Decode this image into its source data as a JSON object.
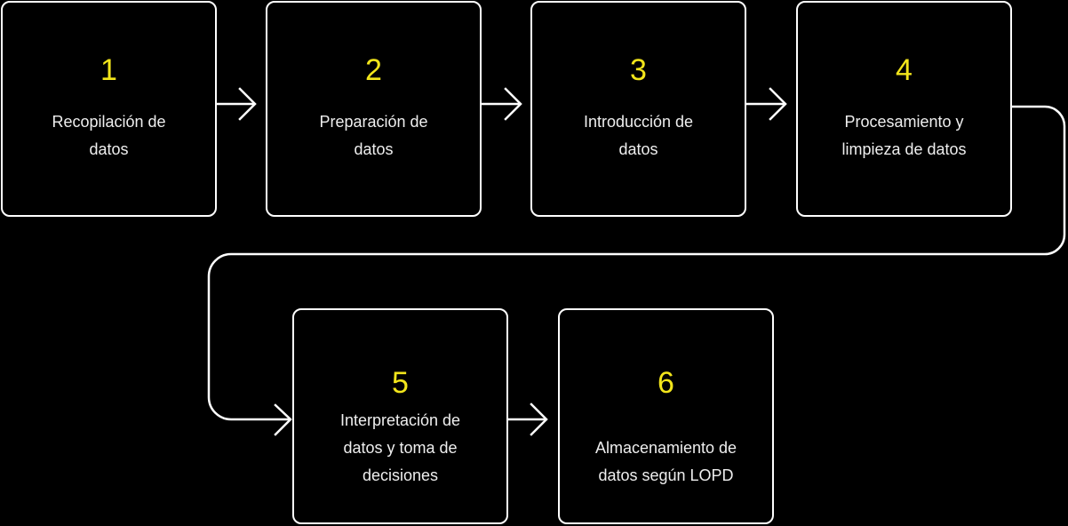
{
  "diagram": {
    "type": "process-flow",
    "colors": {
      "background": "#000000",
      "border": "#ffffff",
      "number": "#f2e51b",
      "text": "#eeeeee"
    },
    "steps": [
      {
        "number": "1",
        "label": "Recopilación de\ndatos"
      },
      {
        "number": "2",
        "label": "Preparación de\ndatos"
      },
      {
        "number": "3",
        "label": "Introducción de\ndatos"
      },
      {
        "number": "4",
        "label": "Procesamiento y\nlimpieza de datos"
      },
      {
        "number": "5",
        "label": "Interpretación  de\ndatos y toma de\ndecisiones"
      },
      {
        "number": "6",
        "label": "Almacenamiento de\ndatos según LOPD"
      }
    ],
    "connectors": [
      {
        "from": "1",
        "to": "2",
        "icon": "arrow-right-icon"
      },
      {
        "from": "2",
        "to": "3",
        "icon": "arrow-right-icon"
      },
      {
        "from": "3",
        "to": "4",
        "icon": "arrow-right-icon"
      },
      {
        "from": "4",
        "to": "5",
        "icon": "elbow-arrow-icon"
      },
      {
        "from": "5",
        "to": "6",
        "icon": "arrow-right-icon"
      }
    ]
  }
}
